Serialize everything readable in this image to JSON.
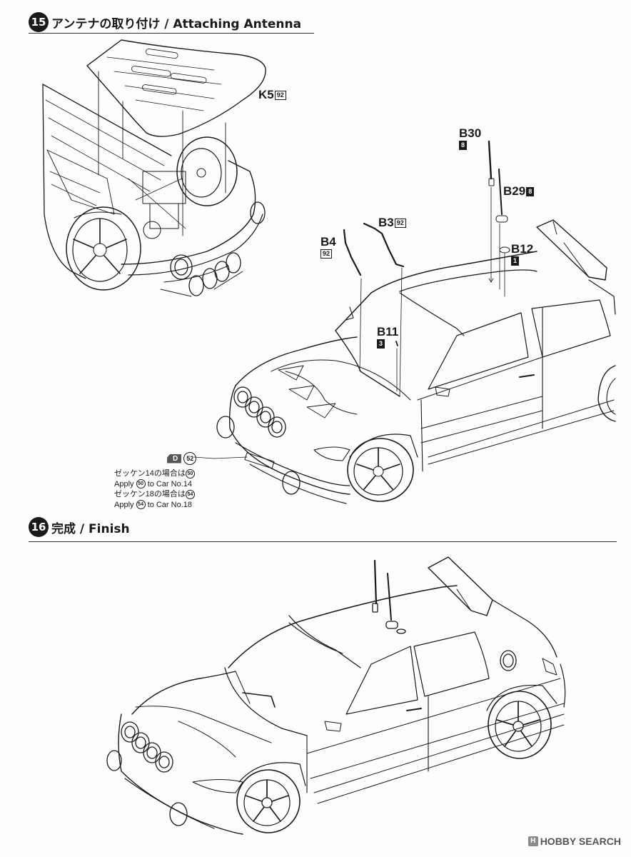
{
  "step15": {
    "number": "15",
    "title": "アンテナの取り付け / Attaching Antenna"
  },
  "step16": {
    "number": "16",
    "title": "完成 / Finish"
  },
  "parts": {
    "k5": {
      "label": "K5",
      "runner": "92"
    },
    "b30": {
      "label": "B30",
      "runner": "8"
    },
    "b29": {
      "label": "B29",
      "runner": "8"
    },
    "b12": {
      "label": "B12",
      "runner": "1"
    },
    "b3": {
      "label": "B3",
      "runner": "92"
    },
    "b4": {
      "label": "B4",
      "runner": "92"
    },
    "b11": {
      "label": "B11",
      "runner": "3"
    }
  },
  "decal": {
    "sheet": "D",
    "number": "52",
    "line1_pre": "ゼッケン14の場合は",
    "line1_num": "50",
    "line2_pre": "Apply ",
    "line2_num": "50",
    "line2_post": " to Car No.14",
    "line3_pre": "ゼッケン18の場合は",
    "line3_num": "54",
    "line4_pre": "Apply ",
    "line4_num": "54",
    "line4_post": " to Car No.18"
  },
  "watermark": {
    "icon": "H",
    "text": "HOBBY SEARCH"
  },
  "colors": {
    "ink": "#1a1a1a",
    "paper": "#fdfdfd",
    "decal_tag": "#555555"
  }
}
